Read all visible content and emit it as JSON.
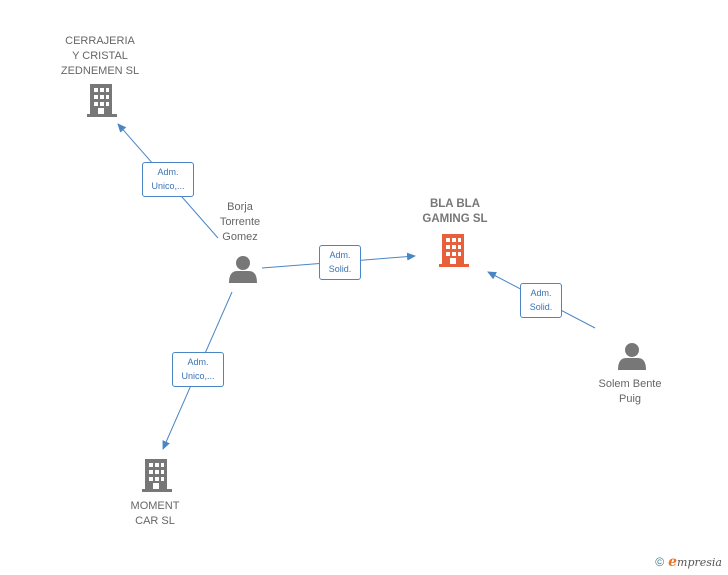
{
  "nodes": {
    "cerrajeria": {
      "label": "CERRAJERIA\nY CRISTAL\nZEDNEMEN  SL",
      "type": "company"
    },
    "blabla": {
      "label": "BLA BLA\nGAMING  SL",
      "type": "company-main"
    },
    "moment": {
      "label": "MOMENT\nCAR  SL",
      "type": "company"
    },
    "borja": {
      "label": "Borja\nTorrente\nGomez",
      "type": "person"
    },
    "solem": {
      "label": "Solem Bente\nPuig",
      "type": "person"
    }
  },
  "edges": {
    "borja_cerrajeria": "Adm.\nUnico,...",
    "borja_blabla": "Adm.\nSolid.",
    "borja_moment": "Adm.\nUnico,...",
    "solem_blabla": "Adm.\nSolid."
  },
  "colors": {
    "edge": "#4a86c5",
    "company": "#777777",
    "company_main": "#e8603a",
    "person": "#777777"
  },
  "footer": {
    "copyright": "©",
    "brand_initial": "e",
    "brand_rest": "mpresia"
  }
}
